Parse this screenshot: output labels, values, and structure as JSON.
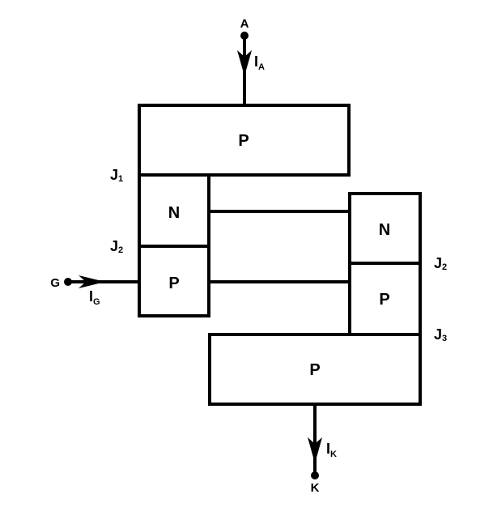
{
  "terminals": {
    "anode": "A",
    "gate": "G",
    "cathode": "K"
  },
  "currents": {
    "anode": {
      "symbol": "I",
      "subscript": "A"
    },
    "gate": {
      "symbol": "I",
      "subscript": "G"
    },
    "cathode": {
      "symbol": "I",
      "subscript": "K"
    }
  },
  "regions": {
    "top_p": "P",
    "left_n": "N",
    "left_p": "P",
    "right_n": "N",
    "right_p": "P",
    "bottom_p": "P"
  },
  "junctions": {
    "left_j1": {
      "symbol": "J",
      "subscript": "1"
    },
    "left_j2": {
      "symbol": "J",
      "subscript": "2"
    },
    "right_j2": {
      "symbol": "J",
      "subscript": "2"
    },
    "right_j3": {
      "symbol": "J",
      "subscript": "3"
    }
  },
  "colors": {
    "stroke": "#000000",
    "background": "#ffffff"
  }
}
